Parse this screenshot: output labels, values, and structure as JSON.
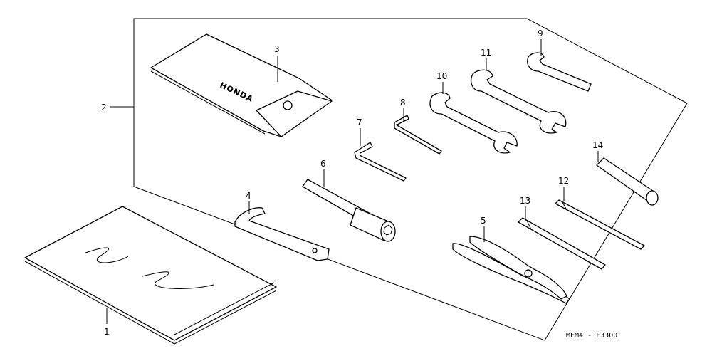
{
  "callouts": [
    {
      "id": "1",
      "label": "1"
    },
    {
      "id": "2",
      "label": "2"
    },
    {
      "id": "3",
      "label": "3"
    },
    {
      "id": "4",
      "label": "4"
    },
    {
      "id": "5",
      "label": "5"
    },
    {
      "id": "6",
      "label": "6"
    },
    {
      "id": "7",
      "label": "7"
    },
    {
      "id": "8",
      "label": "8"
    },
    {
      "id": "9",
      "label": "9"
    },
    {
      "id": "10",
      "label": "10"
    },
    {
      "id": "11",
      "label": "11"
    },
    {
      "id": "12",
      "label": "12"
    },
    {
      "id": "13",
      "label": "13"
    },
    {
      "id": "14",
      "label": "14"
    }
  ],
  "bag_brand": "HONDA",
  "diagram_code": "MEM4 - F3300"
}
